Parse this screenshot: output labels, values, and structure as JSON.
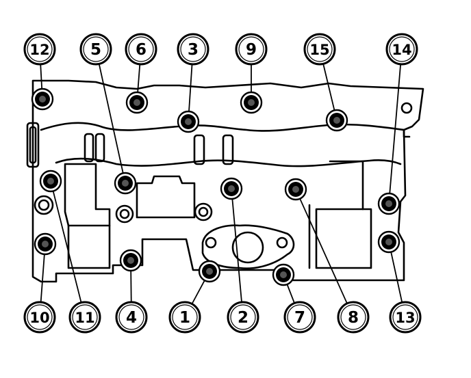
{
  "diagram": {
    "callouts": [
      {
        "label": "12"
      },
      {
        "label": "5"
      },
      {
        "label": "6"
      },
      {
        "label": "3"
      },
      {
        "label": "9"
      },
      {
        "label": "15"
      },
      {
        "label": "14"
      },
      {
        "label": "10"
      },
      {
        "label": "11"
      },
      {
        "label": "4"
      },
      {
        "label": "1"
      },
      {
        "label": "2"
      },
      {
        "label": "7"
      },
      {
        "label": "8"
      },
      {
        "label": "13"
      }
    ],
    "colors": {
      "ink": "#000000",
      "paper": "#ffffff"
    }
  }
}
